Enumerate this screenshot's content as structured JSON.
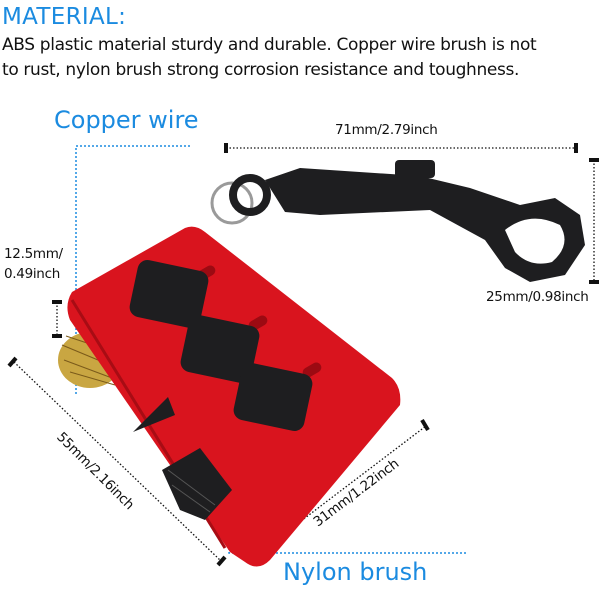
{
  "header": {
    "title": "MATERIAL:",
    "description_line1": "ABS plastic material sturdy and durable. Copper wire brush is not",
    "description_line2": "to rust, nylon brush strong corrosion resistance and toughness."
  },
  "labels": {
    "copper_wire": "Copper wire",
    "nylon_brush": "Nylon brush"
  },
  "dimensions": {
    "length_hook": "71mm/2.79inch",
    "height_hook": "25mm/0.98inch",
    "thickness_line1": "12.5mm/",
    "thickness_line2": "0.49inch",
    "length_body": "55mm/2.16inch",
    "width_body": "31mm/1.22inch"
  },
  "colors": {
    "accent_blue": "#1b8be0",
    "body_red": "#d9141e",
    "pad_black": "#1e1e20",
    "copper": "#c9a642"
  }
}
